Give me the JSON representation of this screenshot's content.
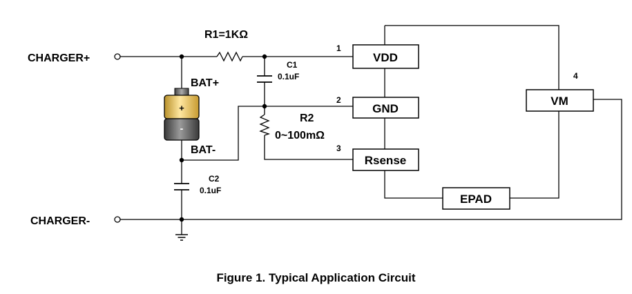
{
  "terminals": {
    "charger_pos": "CHARGER+",
    "charger_neg": "CHARGER-"
  },
  "battery": {
    "pos_label": "BAT+",
    "neg_label": "BAT-",
    "plus_sign": "+",
    "minus_sign": "-"
  },
  "resistor_r1": {
    "label": "R1=1KΩ"
  },
  "resistor_r2": {
    "name": "R2",
    "value": "0~100mΩ"
  },
  "capacitor_c1": {
    "name": "C1",
    "value": "0.1uF"
  },
  "capacitor_c2": {
    "name": "C2",
    "value": "0.1uF"
  },
  "pins": {
    "vdd": {
      "label": "VDD",
      "number": "1"
    },
    "gnd": {
      "label": "GND",
      "number": "2"
    },
    "rsense": {
      "label": "Rsense",
      "number": "3"
    },
    "vm": {
      "label": "VM",
      "number": "4"
    },
    "epad": {
      "label": "EPAD"
    }
  },
  "caption": "Figure 1.  Typical Application Circuit"
}
